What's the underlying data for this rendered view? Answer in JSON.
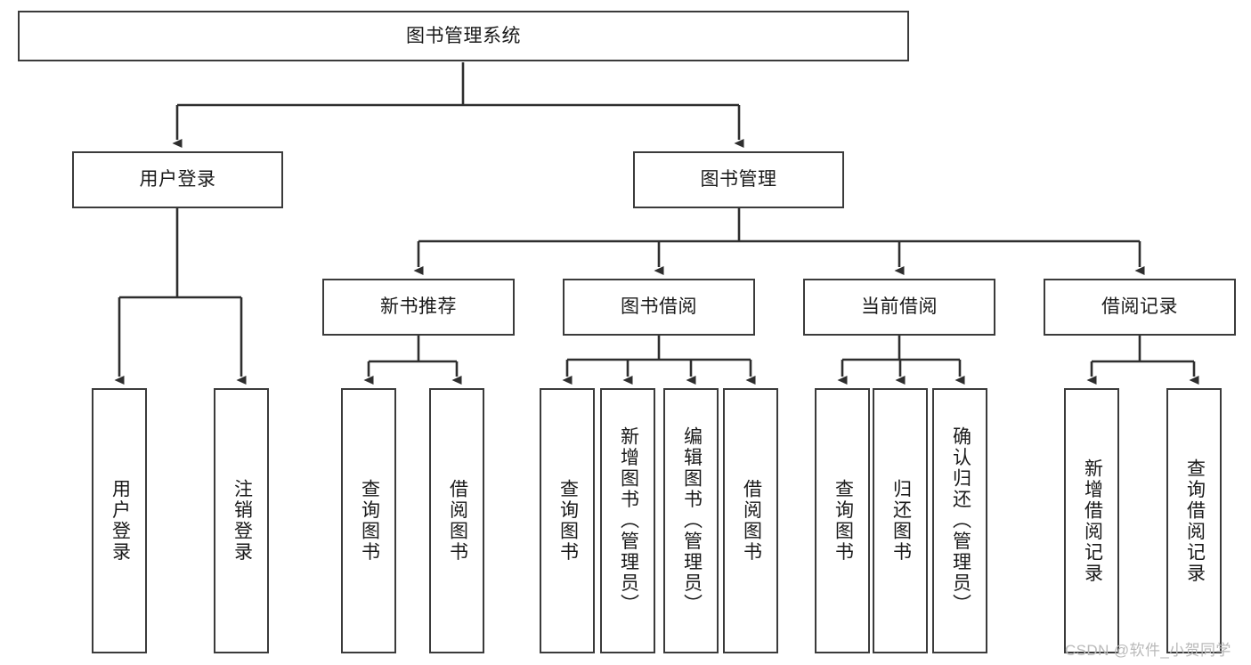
{
  "diagram": {
    "title": "图书管理系统",
    "type": "hierarchy-tree",
    "root": {
      "label": "图书管理系统"
    },
    "level1": [
      {
        "label": "用户登录"
      },
      {
        "label": "图书管理"
      }
    ],
    "level2": [
      {
        "label": "新书推荐"
      },
      {
        "label": "图书借阅"
      },
      {
        "label": "当前借阅"
      },
      {
        "label": "借阅记录"
      }
    ],
    "leaves": {
      "user_login": [
        {
          "label": "用户登录"
        },
        {
          "label": "注销登录"
        }
      ],
      "new_book_recommend": [
        {
          "label": "查询图书"
        },
        {
          "label": "借阅图书"
        }
      ],
      "book_borrow": [
        {
          "label": "查询图书"
        },
        {
          "label": "新增图书（管理员）"
        },
        {
          "label": "编辑图书（管理员）"
        },
        {
          "label": "借阅图书"
        }
      ],
      "current_borrow": [
        {
          "label": "查询图书"
        },
        {
          "label": "归还图书"
        },
        {
          "label": "确认归还（管理员）"
        }
      ],
      "borrow_record": [
        {
          "label": "新增借阅记录"
        },
        {
          "label": "查询借阅记录"
        }
      ]
    }
  },
  "watermark": {
    "text": "CSDN @软件_小贺同学"
  },
  "colors": {
    "stroke": "#3b3b3b",
    "fill": "#ffffff",
    "text": "#1a1a1a",
    "watermark": "#b9b9b9"
  }
}
